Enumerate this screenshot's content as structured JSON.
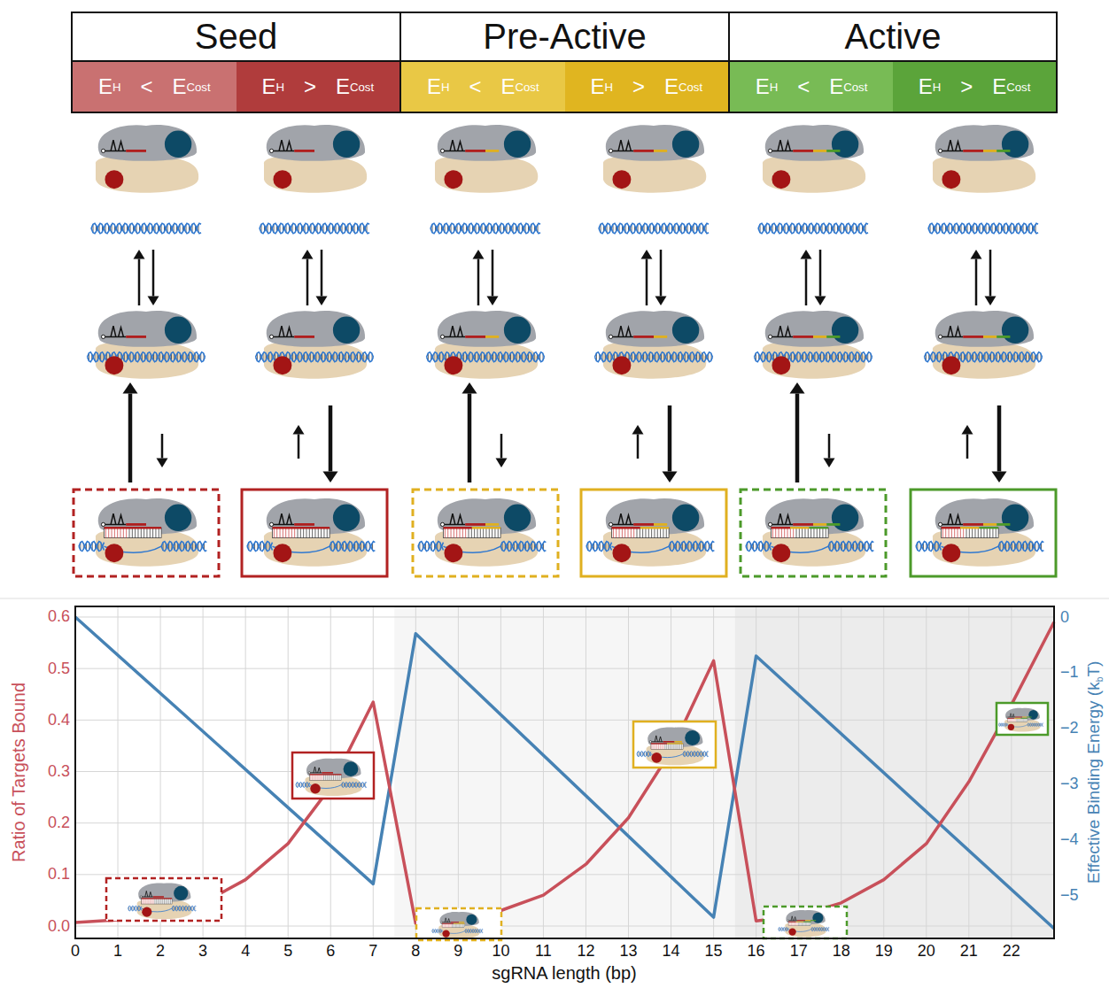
{
  "diagram": {
    "nodes": [
      {
        "text": [
          "Seed"
        ]
      },
      {
        "text": [
          "E",
          "H",
          "<",
          "E",
          "Cost"
        ],
        "in": 0
      },
      {
        "text": [
          "E",
          "H",
          ">",
          "E",
          "Cost"
        ],
        "in": 0
      },
      {
        "text": [
          "Pre-Active"
        ]
      },
      {
        "text": [
          "E",
          "H",
          "<",
          "E",
          "Cost"
        ],
        "in": 3
      },
      {
        "text": [
          "E",
          "H",
          ">",
          "E",
          "Cost"
        ],
        "in": 3
      },
      {
        "text": [
          "Active"
        ]
      },
      {
        "text": [
          "E",
          "H",
          "<",
          "E",
          "Cost"
        ],
        "in": 6
      },
      {
        "text": [
          "E",
          "H",
          ">",
          "E",
          "Cost"
        ],
        "in": 6
      }
    ],
    "labels": [
      "0",
      "1",
      "2",
      "3",
      "4",
      "5",
      "6",
      "7",
      "8",
      "9",
      "10",
      "11",
      "12",
      "13",
      "14",
      "15",
      "16",
      "17",
      "18",
      "19",
      "20",
      "21",
      "22",
      "sgRNA length (bp)",
      "0.0",
      "0.1",
      "0.2",
      "0.3",
      "0.4",
      "0.5",
      "0.6",
      "Ratio of Targets Bound",
      "0",
      "−1",
      "−2",
      "−3",
      "−4",
      "−5",
      "Effective Binding Energy (k",
      "b",
      "T)"
    ]
  }
}
